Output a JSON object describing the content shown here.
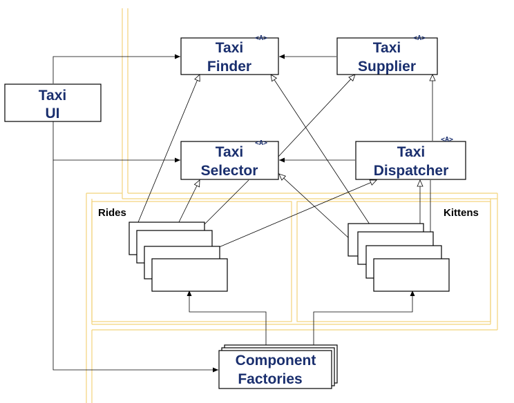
{
  "diagram": {
    "abstract_marker": "<A>",
    "classes": {
      "taxi_finder": {
        "line1": "Taxi",
        "line2": "Finder"
      },
      "taxi_supplier": {
        "line1": "Taxi",
        "line2": "Supplier"
      },
      "taxi_ui": {
        "line1": "Taxi",
        "line2": "UI"
      },
      "taxi_selector": {
        "line1": "Taxi",
        "line2": "Selector"
      },
      "taxi_dispatcher": {
        "line1": "Taxi",
        "line2": "Dispatcher"
      },
      "component_factories": {
        "line1": "Component",
        "line2": "Factories"
      }
    },
    "regions": {
      "rides": "Rides",
      "kittens": "Kittens"
    },
    "colors": {
      "title_text": "#1a2f6e",
      "region_border": "#f2d37a",
      "lines": "#000000"
    }
  }
}
